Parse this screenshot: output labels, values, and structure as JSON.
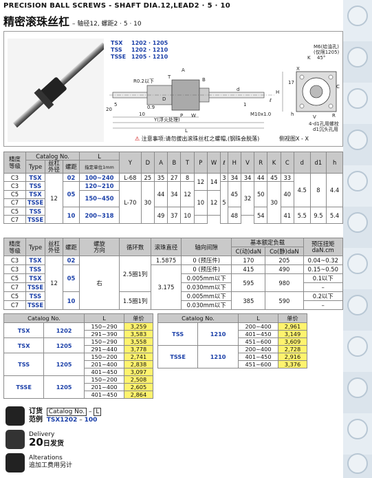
{
  "header": {
    "title_en": "PRECISION  BALL  SCREWS - SHAFT  DIA.12,LEAD2 · 5 · 10",
    "title_cn": "精密滚珠丝杠",
    "subtitle": "– 轴径12, 螺距2 · 5 · 10"
  },
  "figure": {
    "catalog_codes": [
      {
        "type": "TSX",
        "codes": "1202 · 1205"
      },
      {
        "type": "TSS",
        "codes": "1202 · 1210"
      },
      {
        "type": "TSSE",
        "codes": "1205 · 1210"
      }
    ],
    "note": "注意事项:请勿拔出滚珠丝杠之螺帽,(钢珠会脱落)",
    "side_view": "侧视图X - X",
    "labels": {
      "m6": "M6(给油孔)",
      "m6b": "(仅限1205)",
      "holes": "4-d1孔用螺栓",
      "holes2": "d1沉头孔用",
      "l": "L",
      "y": "Y(浮火处理)",
      "m10": "M10x1.0",
      "r02": "R0.2以下",
      "e20": "20",
      "c5": "5",
      "c09": "0.9",
      "c10": "10",
      "c1": "1",
      "h": "H",
      "t": "T",
      "b": "B",
      "v": "V",
      "r": "R",
      "k": "K",
      "p": "P",
      "w": "W",
      "a": "A",
      "d": "D",
      "dd": "d",
      "cc": "C",
      "x": "X",
      "e17": "17",
      "ell": "ℓ",
      "h2": "h",
      "deg45": "45°"
    }
  },
  "dims_table": {
    "headers": [
      "精度\n等级",
      "Catalog No.",
      "L",
      "Y",
      "D",
      "A",
      "B",
      "T",
      "P",
      "W",
      "ℓ",
      "H",
      "V",
      "R",
      "K",
      "C",
      "d",
      "d1",
      "h"
    ],
    "sub_headers": [
      "Type",
      "丝杠\n外径",
      "螺距",
      "指定单位1mm"
    ],
    "grade": [
      "C3",
      "C3",
      "C5",
      "C7",
      "C5",
      "C7"
    ],
    "type": [
      "TSX",
      "TSS",
      "TSX",
      "TSSE",
      "TSS",
      "TSSE"
    ],
    "dia": "12",
    "lead": [
      "02",
      "05",
      "10"
    ],
    "L": [
      "100~240",
      "120~210",
      "150~450",
      "200~318"
    ],
    "Y": [
      "L-68",
      "L-70"
    ],
    "D": [
      "25",
      "30"
    ],
    "A": [
      "35",
      "44",
      "49"
    ],
    "B": [
      "27",
      "34",
      "37"
    ],
    "T": [
      "8",
      "10",
      "12"
    ],
    "P": [
      "12",
      "10"
    ],
    "W": [
      "14",
      "12"
    ],
    "ell": [
      "3",
      "5"
    ],
    "H": [
      "34",
      "45",
      "48"
    ],
    "V": [
      "34",
      "32"
    ],
    "R": [
      "44",
      "50",
      "54"
    ],
    "K": [
      "45",
      "30"
    ],
    "C": [
      "33",
      "40",
      "41"
    ],
    "d": [
      "4.5",
      "5.5"
    ],
    "d1": [
      "8",
      "9.5"
    ],
    "h": [
      "4.4",
      "5.4"
    ]
  },
  "load_table": {
    "headers": [
      "精度\n等级",
      "Type",
      "丝杠\n外径",
      "螺距",
      "螺旋\n方向",
      "循环数",
      "滚珠直径",
      "轴向间隙",
      "基本额定负载",
      "预压扭矩\ndaN.cm"
    ],
    "sub_headers": [
      "C(动)daN",
      "Co(静)daN"
    ],
    "grade": [
      "C3",
      "C3",
      "C5",
      "C7",
      "C5",
      "C7"
    ],
    "type": [
      "TSX",
      "TSS",
      "TSX",
      "TSSE",
      "TSS",
      "TSSE"
    ],
    "dia": "12",
    "lead": [
      "02",
      "05",
      "10"
    ],
    "direction": "右",
    "circuits": [
      "2.5圈1列",
      "1.5圈1列"
    ],
    "ball": [
      "1.5875",
      "3.175"
    ],
    "clearance": [
      "0 (预压件)",
      "0 (预压件)",
      "0.005mm以下",
      "0.030mm以下",
      "0.005mm以下",
      "0.030mm以下"
    ],
    "C": [
      "170",
      "415",
      "595",
      "385"
    ],
    "Co": [
      "205",
      "490",
      "980",
      "590"
    ],
    "torque": [
      "0.04~0.32",
      "0.15~0.50",
      "0.1以下",
      "–",
      "0.2以下",
      "–"
    ]
  },
  "price_left": {
    "headers": [
      "Catalog No.",
      "L",
      "单价"
    ],
    "groups": [
      {
        "type": "TSX",
        "code": "1202",
        "rows": [
          [
            "150~290",
            "3,259"
          ],
          [
            "291~390",
            "3,583"
          ]
        ]
      },
      {
        "type": "TSX",
        "code": "1205",
        "rows": [
          [
            "150~290",
            "3,558"
          ],
          [
            "291~440",
            "3,778"
          ]
        ]
      },
      {
        "type": "TSS",
        "code": "1205",
        "rows": [
          [
            "150~200",
            "2,741"
          ],
          [
            "201~400",
            "2,838"
          ],
          [
            "401~450",
            "3,097"
          ]
        ]
      },
      {
        "type": "TSSE",
        "code": "1205",
        "rows": [
          [
            "150~200",
            "2,508"
          ],
          [
            "201~400",
            "2,605"
          ],
          [
            "401~450",
            "2,864"
          ]
        ]
      }
    ]
  },
  "price_right": {
    "headers": [
      "Catalog No.",
      "L",
      "单价"
    ],
    "groups": [
      {
        "type": "TSS",
        "code": "1210",
        "rows": [
          [
            "200~400",
            "2,961"
          ],
          [
            "401~450",
            "3,149"
          ],
          [
            "451~600",
            "3,609"
          ]
        ]
      },
      {
        "type": "TSSE",
        "code": "1210",
        "rows": [
          [
            "200~400",
            "2,728"
          ],
          [
            "401~450",
            "2,916"
          ],
          [
            "451~600",
            "3,376"
          ]
        ]
      }
    ]
  },
  "order": {
    "label1": "订货",
    "label2": "范例",
    "catalog": "Catalog No.",
    "dash": "–",
    "L": "L",
    "example": "TSX1202",
    "example_sep": "–",
    "example_L": "100",
    "delivery_en": "Delivery",
    "delivery_days": "20",
    "delivery_cn": "日发货",
    "alter_en": "Alterations",
    "alter_cn": "追加工费用另计"
  }
}
